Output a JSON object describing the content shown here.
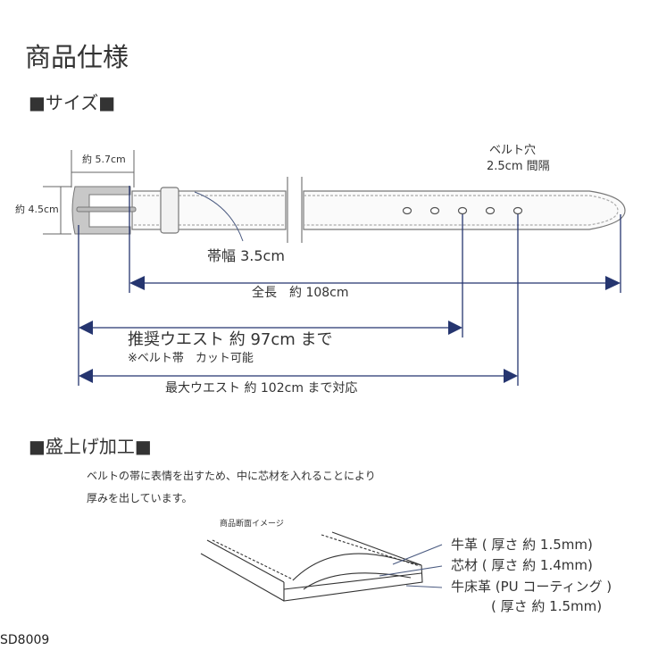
{
  "title": "商品仕様",
  "size_section": {
    "heading": "■サイズ■",
    "buckle_width": "約 5.7cm",
    "buckle_height": "約 4.5cm",
    "hole_label_1": "ベルト穴",
    "hole_label_2": "2.5cm 間隔",
    "band_width": "帯幅 3.5cm",
    "total_length": "全長　約 108cm",
    "recommended_waist": "推奨ウエスト 約 97cm まで",
    "cut_note": "※ベルト帯　カット可能",
    "max_waist": "最大ウエスト 約 102cm まで対応"
  },
  "finish_section": {
    "heading": "■盛上げ加工■",
    "desc_1": "ベルトの帯に表情を出すため、中に芯材を入れることにより",
    "desc_2": "厚みを出しています。",
    "cross_section_caption": "商品断面イメージ",
    "layers": [
      "牛革 ( 厚さ 約 1.5mm)",
      "芯材 ( 厚さ 約 1.4mm)",
      "牛床革 (PU コーティング )",
      "( 厚さ 約 1.5mm)"
    ]
  },
  "product_code": "SD8009",
  "colors": {
    "arrow": "#25356f",
    "line": "#555555"
  }
}
